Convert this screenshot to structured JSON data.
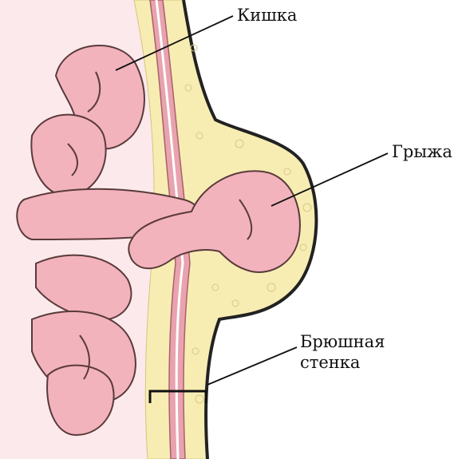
{
  "labels": {
    "intestine": "Кишка",
    "hernia": "Грыжа",
    "abdominal_wall_line1": "Брюшная",
    "abdominal_wall_line2": "стенка"
  },
  "colors": {
    "intestine_fill": "#f2b3bd",
    "intestine_outline": "#5a3a3a",
    "fat_layer": "#f7edb3",
    "muscle_layer": "#e9a3ae",
    "skin_outline": "#222222",
    "leader_line": "#111111"
  }
}
